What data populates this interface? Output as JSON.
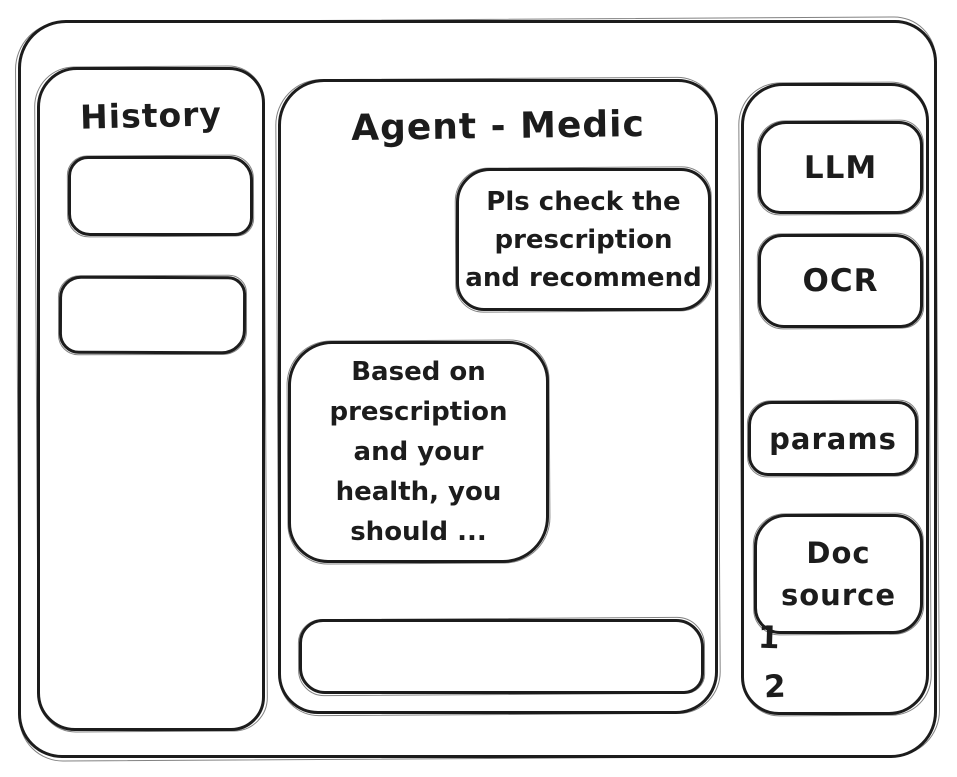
{
  "colors": {
    "ink": "#1c1c1c",
    "background": "#ffffff"
  },
  "history_panel": {
    "title": "History",
    "items": [
      {
        "label": ""
      },
      {
        "label": ""
      }
    ]
  },
  "chat_panel": {
    "title": "Agent - Medic",
    "messages": [
      {
        "role": "user",
        "text": "Pls check the\nprescription\nand recommend"
      },
      {
        "role": "agent",
        "text": "Based on\nprescription\nand your\nhealth, you\nshould ..."
      }
    ],
    "input": {
      "value": "",
      "placeholder": ""
    }
  },
  "tools_panel": {
    "items": [
      {
        "label": "LLM"
      },
      {
        "label": "OCR"
      },
      {
        "label": "params"
      },
      {
        "label": "Doc\nsource"
      }
    ],
    "doc_source_markers": [
      "1",
      "2"
    ]
  }
}
